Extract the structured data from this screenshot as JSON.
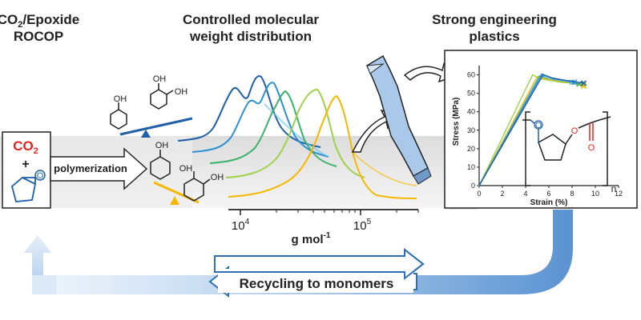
{
  "titles": {
    "left_line1": "CO",
    "left_sub": "2",
    "left_line1_rest": "/Epoxide",
    "left_line2": "ROCOP",
    "middle_line1": "Controlled molecular",
    "middle_line2": "weight distribution",
    "right_line1": "Strong engineering",
    "right_line2": "plastics"
  },
  "reactants": {
    "co2_main": "CO",
    "co2_sub": "2",
    "plus": "+",
    "epoxide_atom": "O",
    "process_label": "polymerization"
  },
  "chain_transfer_agents": {
    "cyclohexanol_oh": "OH",
    "diol_oh_1": "OH",
    "diol_oh_2": "OH"
  },
  "gpc_axis": {
    "tick_1e4_base": "10",
    "tick_1e4_exp": "4",
    "tick_1e5_base": "10",
    "tick_1e5_exp": "5",
    "label_main": "g mol",
    "label_exp": "-1"
  },
  "stress_strain": {
    "ylabel": "Stress (MPa)",
    "xlabel": "Strain (%)",
    "y_ticks": [
      "0",
      "10",
      "20",
      "30",
      "40",
      "50",
      "60"
    ],
    "x_ticks": [
      "0",
      "2",
      "4",
      "6",
      "8",
      "10",
      "12"
    ],
    "repeat_unit_n": "n",
    "polymer_atom_1": "O",
    "polymer_atom_2": "O",
    "polymer_atom_3": "O"
  },
  "recycling": {
    "label": "Recycling to monomers"
  },
  "colors": {
    "dark_blue": "#1f5fa8",
    "mid_blue": "#2b8fd6",
    "light_blue": "#5ec0ee",
    "green": "#3db26b",
    "yellow_green": "#9fd14a",
    "yellow": "#f5b800",
    "red": "#e8231d",
    "arrow_blue": "#2e6fb7"
  }
}
